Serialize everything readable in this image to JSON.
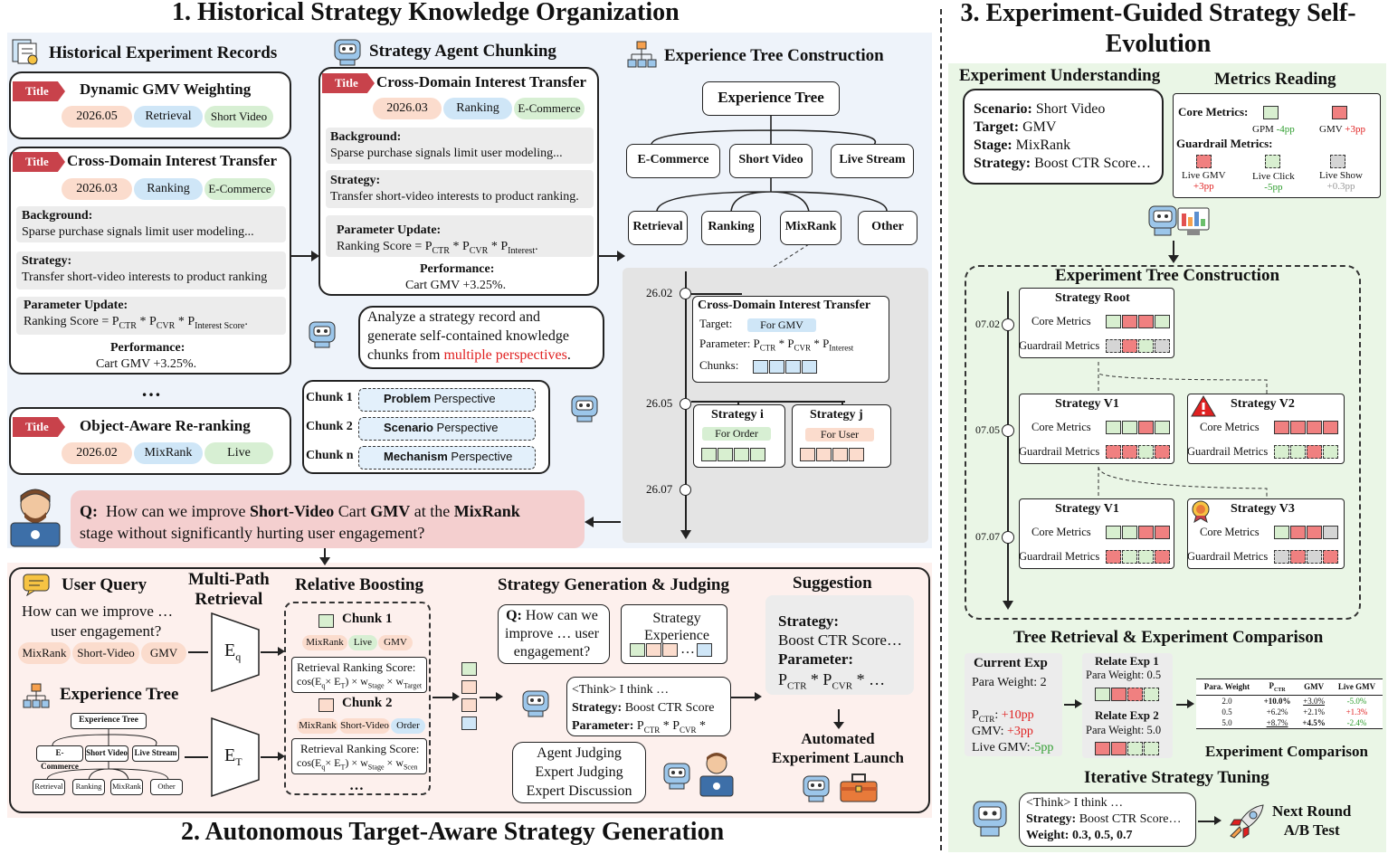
{
  "titles": {
    "s1": "1. Historical Strategy Knowledge Organization",
    "s2": "2. Autonomous Target-Aware Strategy Generation",
    "s3": "3. Experiment-Guided Strategy Self-Evolution"
  },
  "records": {
    "header": "Historical Experiment Records",
    "flag": "Title",
    "r1": {
      "title": "Dynamic GMV Weighting",
      "date": "2026.05",
      "t1": "Retrieval",
      "t2": "Short Video"
    },
    "r2": {
      "title": "Cross-Domain Interest Transfer",
      "date": "2026.03",
      "t1": "Ranking",
      "t2": "E-Commerce",
      "bg_h": "Background:",
      "bg": "Sparse purchase signals limit user modeling...",
      "st_h": "Strategy:",
      "st": "Transfer short-video interests to product ranking",
      "pu_h": "Parameter Update:",
      "pu_a": "Ranking Score = P",
      "pu_b": "CTR",
      "pu_c": " * P",
      "pu_d": "CVR",
      "pu_e": " * P",
      "pu_f": "Interest Score",
      "pu_g": ".",
      "perf_h": "Performance:",
      "perf": "Cart GMV +3.25%."
    },
    "dots": "…",
    "r3": {
      "title": "Object-Aware Re-ranking",
      "date": "2026.02",
      "t1": "MixRank",
      "t2": "Live"
    }
  },
  "chunking": {
    "header": "Strategy Agent Chunking",
    "flag": "Title",
    "title": "Cross-Domain Interest Transfer",
    "date": "2026.03",
    "t1": "Ranking",
    "t2": "E-Commerce",
    "bg_h": "Background:",
    "bg": "Sparse purchase signals limit user modeling...",
    "st_h": "Strategy:",
    "st": "Transfer short-video interests to product ranking.",
    "pu_h": "Parameter Update:",
    "pu_a": "Ranking Score = P",
    "pu_b": "CTR",
    "pu_c": " * P",
    "pu_d": "CVR",
    "pu_e": " * P",
    "pu_f": "Interest",
    "pu_g": ".",
    "perf_h": "Performance:",
    "perf": "Cart GMV +3.25%.",
    "bubble_a": "Analyze a strategy record and",
    "bubble_b": "generate self-contained knowledge",
    "bubble_c": "chunks from ",
    "bubble_d": "multiple perspectives",
    "bubble_e": ".",
    "chunks": [
      {
        "k": "Chunk 1",
        "p": "Problem",
        "s": " Perspective"
      },
      {
        "k": "Chunk 2",
        "p": "Scenario",
        "s": " Perspective"
      },
      {
        "k": "Chunk n",
        "p": "Mechanism",
        "s": " Perspective"
      }
    ]
  },
  "tree": {
    "header": "Experience Tree Construction",
    "root": "Experience Tree",
    "l1": [
      "E-Commerce",
      "Short Video",
      "Live Stream"
    ],
    "l2": [
      "Retrieval",
      "Ranking",
      "MixRank",
      "Other"
    ],
    "dates": [
      "26.02",
      "26.05",
      "26.07"
    ],
    "card": {
      "title": "Cross-Domain Interest Transfer",
      "target": "Target:",
      "target_v": "For GMV",
      "param": "Parameter: P",
      "p1": "CTR",
      "p2": " * P",
      "p3": "CVR",
      "p4": " * P",
      "p5": "Interest",
      "chunks": "Chunks:"
    },
    "si": {
      "title": "Strategy i",
      "tag": "For Order"
    },
    "sj": {
      "title": "Strategy j",
      "tag": "For User"
    }
  },
  "query": {
    "q": "Q:",
    "a": "How can we improve ",
    "b": "Short-Video",
    "c": " Cart ",
    "d": "GMV",
    "e": " at the ",
    "f": "MixRank",
    "g": "stage without significantly hurting user engagement?"
  },
  "gen": {
    "uq": "User Query",
    "uq_text1": "How can we improve …",
    "uq_text2": "user engagement?",
    "uq_tags": [
      "MixRank",
      "Short-Video",
      "GMV"
    ],
    "mpr": "Multi-Path",
    "mpr2": "Retrieval",
    "eq": "E",
    "eq_s": "q",
    "et": "E",
    "et_s": "T",
    "et_title": "Experience Tree",
    "et_root": "Experience Tree",
    "et_l1": [
      "E-Commerce",
      "Short Video",
      "Live Stream"
    ],
    "et_l2": [
      "Retrieval",
      "Ranking",
      "MixRank",
      "Other"
    ],
    "rb": "Relative Boosting",
    "c1": "Chunk 1",
    "c1_tags": [
      "MixRank",
      "Live",
      "GMV"
    ],
    "c2": "Chunk 2",
    "c2_tags": [
      "MixRank",
      "Short-Video",
      "Order"
    ],
    "score_h": "Retrieval Ranking Score:",
    "s1a": "cos(E",
    "s1b": "q",
    "s1c": "× E",
    "s1d": "T",
    "s1e": ") × w",
    "s1f": "Stage",
    "s1g": " × w",
    "s1h": "Target",
    "s2h": "Scen",
    "dots": "…",
    "sgj": "Strategy Generation & Judging",
    "q_q": "Q:",
    "q_t1": " How can we",
    "q_t2": "improve … user",
    "q_t3": "engagement?",
    "se1": "Strategy",
    "se2": "Experience",
    "se_dots": "…",
    "think": "<Think> I think …",
    "st_h": "Strategy:",
    "st": " Boost CTR Score",
    "pa_h": "Parameter:",
    "pa_a": " P",
    "pa_b": "CTR",
    "pa_c": " * P",
    "pa_d": "CVR",
    "pa_e": " *",
    "judge": [
      "Agent Judging",
      "Expert Judging",
      "Expert Discussion"
    ],
    "sug": "Suggestion",
    "sug_st_h": "Strategy:",
    "sug_st": "Boost CTR Score…",
    "sug_pa_h": "Parameter:",
    "sug_pa_a": "P",
    "sug_pa_b": "CTR",
    "sug_pa_c": " * P",
    "sug_pa_d": "CVR",
    "sug_pa_e": " * …",
    "launch1": "Automated",
    "launch2": "Experiment Launch"
  },
  "evo": {
    "eu": "Experiment Understanding",
    "eu_lines": [
      {
        "k": "Scenario:",
        "v": " Short Video"
      },
      {
        "k": "Target:",
        "v": " GMV"
      },
      {
        "k": "Stage:",
        "v": " MixRank"
      },
      {
        "k": "Strategy:",
        "v": " Boost CTR Score…"
      }
    ],
    "mr": "Metrics Reading",
    "core": "Core Metrics:",
    "gpm": "GPM",
    "gpm_v": "-4pp",
    "gmv": "GMV",
    "gmv_v": "+3pp",
    "guard": "Guardrail Metrics:",
    "lg": "Live GMV",
    "lg_v": "+3pp",
    "lc": "Live Click",
    "lc_v": "-5pp",
    "ls": "Live Show",
    "ls_v": "+0.3pp",
    "etc": "Experiment Tree Construction",
    "dates": [
      "07.02",
      "07.05",
      "07.07"
    ],
    "nodes": {
      "root": "Strategy Root",
      "v1": "Strategy V1",
      "v2": "Strategy V2",
      "v1b": "Strategy V1",
      "v3": "Strategy V3"
    },
    "cm": "Core Metrics",
    "gm": "Guardrail Metrics",
    "trc": "Tree Retrieval & Experiment  Comparison",
    "cur": "Current Exp",
    "cur_w": "Para Weight: 2",
    "cur_p": "P",
    "cur_ps": "CTR",
    "cur_pv": ": ",
    "cur_pvv": "+10pp",
    "cur_g": "GMV: ",
    "cur_gv": "+3pp",
    "cur_l": "Live GMV:",
    "cur_lv": "-5pp",
    "re1": "Relate Exp 1",
    "re1_w": "Para Weight: 0.5",
    "re2": "Relate Exp 2",
    "re2_w": "Para Weight: 5.0",
    "tbl_h": [
      "Para. Weight",
      "P",
      "GMV",
      "Live GMV"
    ],
    "tbl_hs": "CTR",
    "tbl": [
      [
        "2.0",
        "+10.0%",
        "+3.0%",
        "-5.0%"
      ],
      [
        "0.5",
        "+6.2%",
        "+2.1%",
        "+1.3%"
      ],
      [
        "5.0",
        "+8.7%",
        "+4.5%",
        "-2.4%"
      ]
    ],
    "ec": "Experiment Comparison",
    "ist": "Iterative Strategy Tuning",
    "it_think": "<Think> I think …",
    "it_st_h": "Strategy:",
    "it_st": " Boost CTR Score…",
    "it_w": "Weight: 0.3, 0.5, 0.7",
    "next1": "Next Round",
    "next2": "A/B Test"
  },
  "colors": {
    "red": "#e02020",
    "green": "#2e9d2e",
    "accent_red": "#c8424b"
  }
}
